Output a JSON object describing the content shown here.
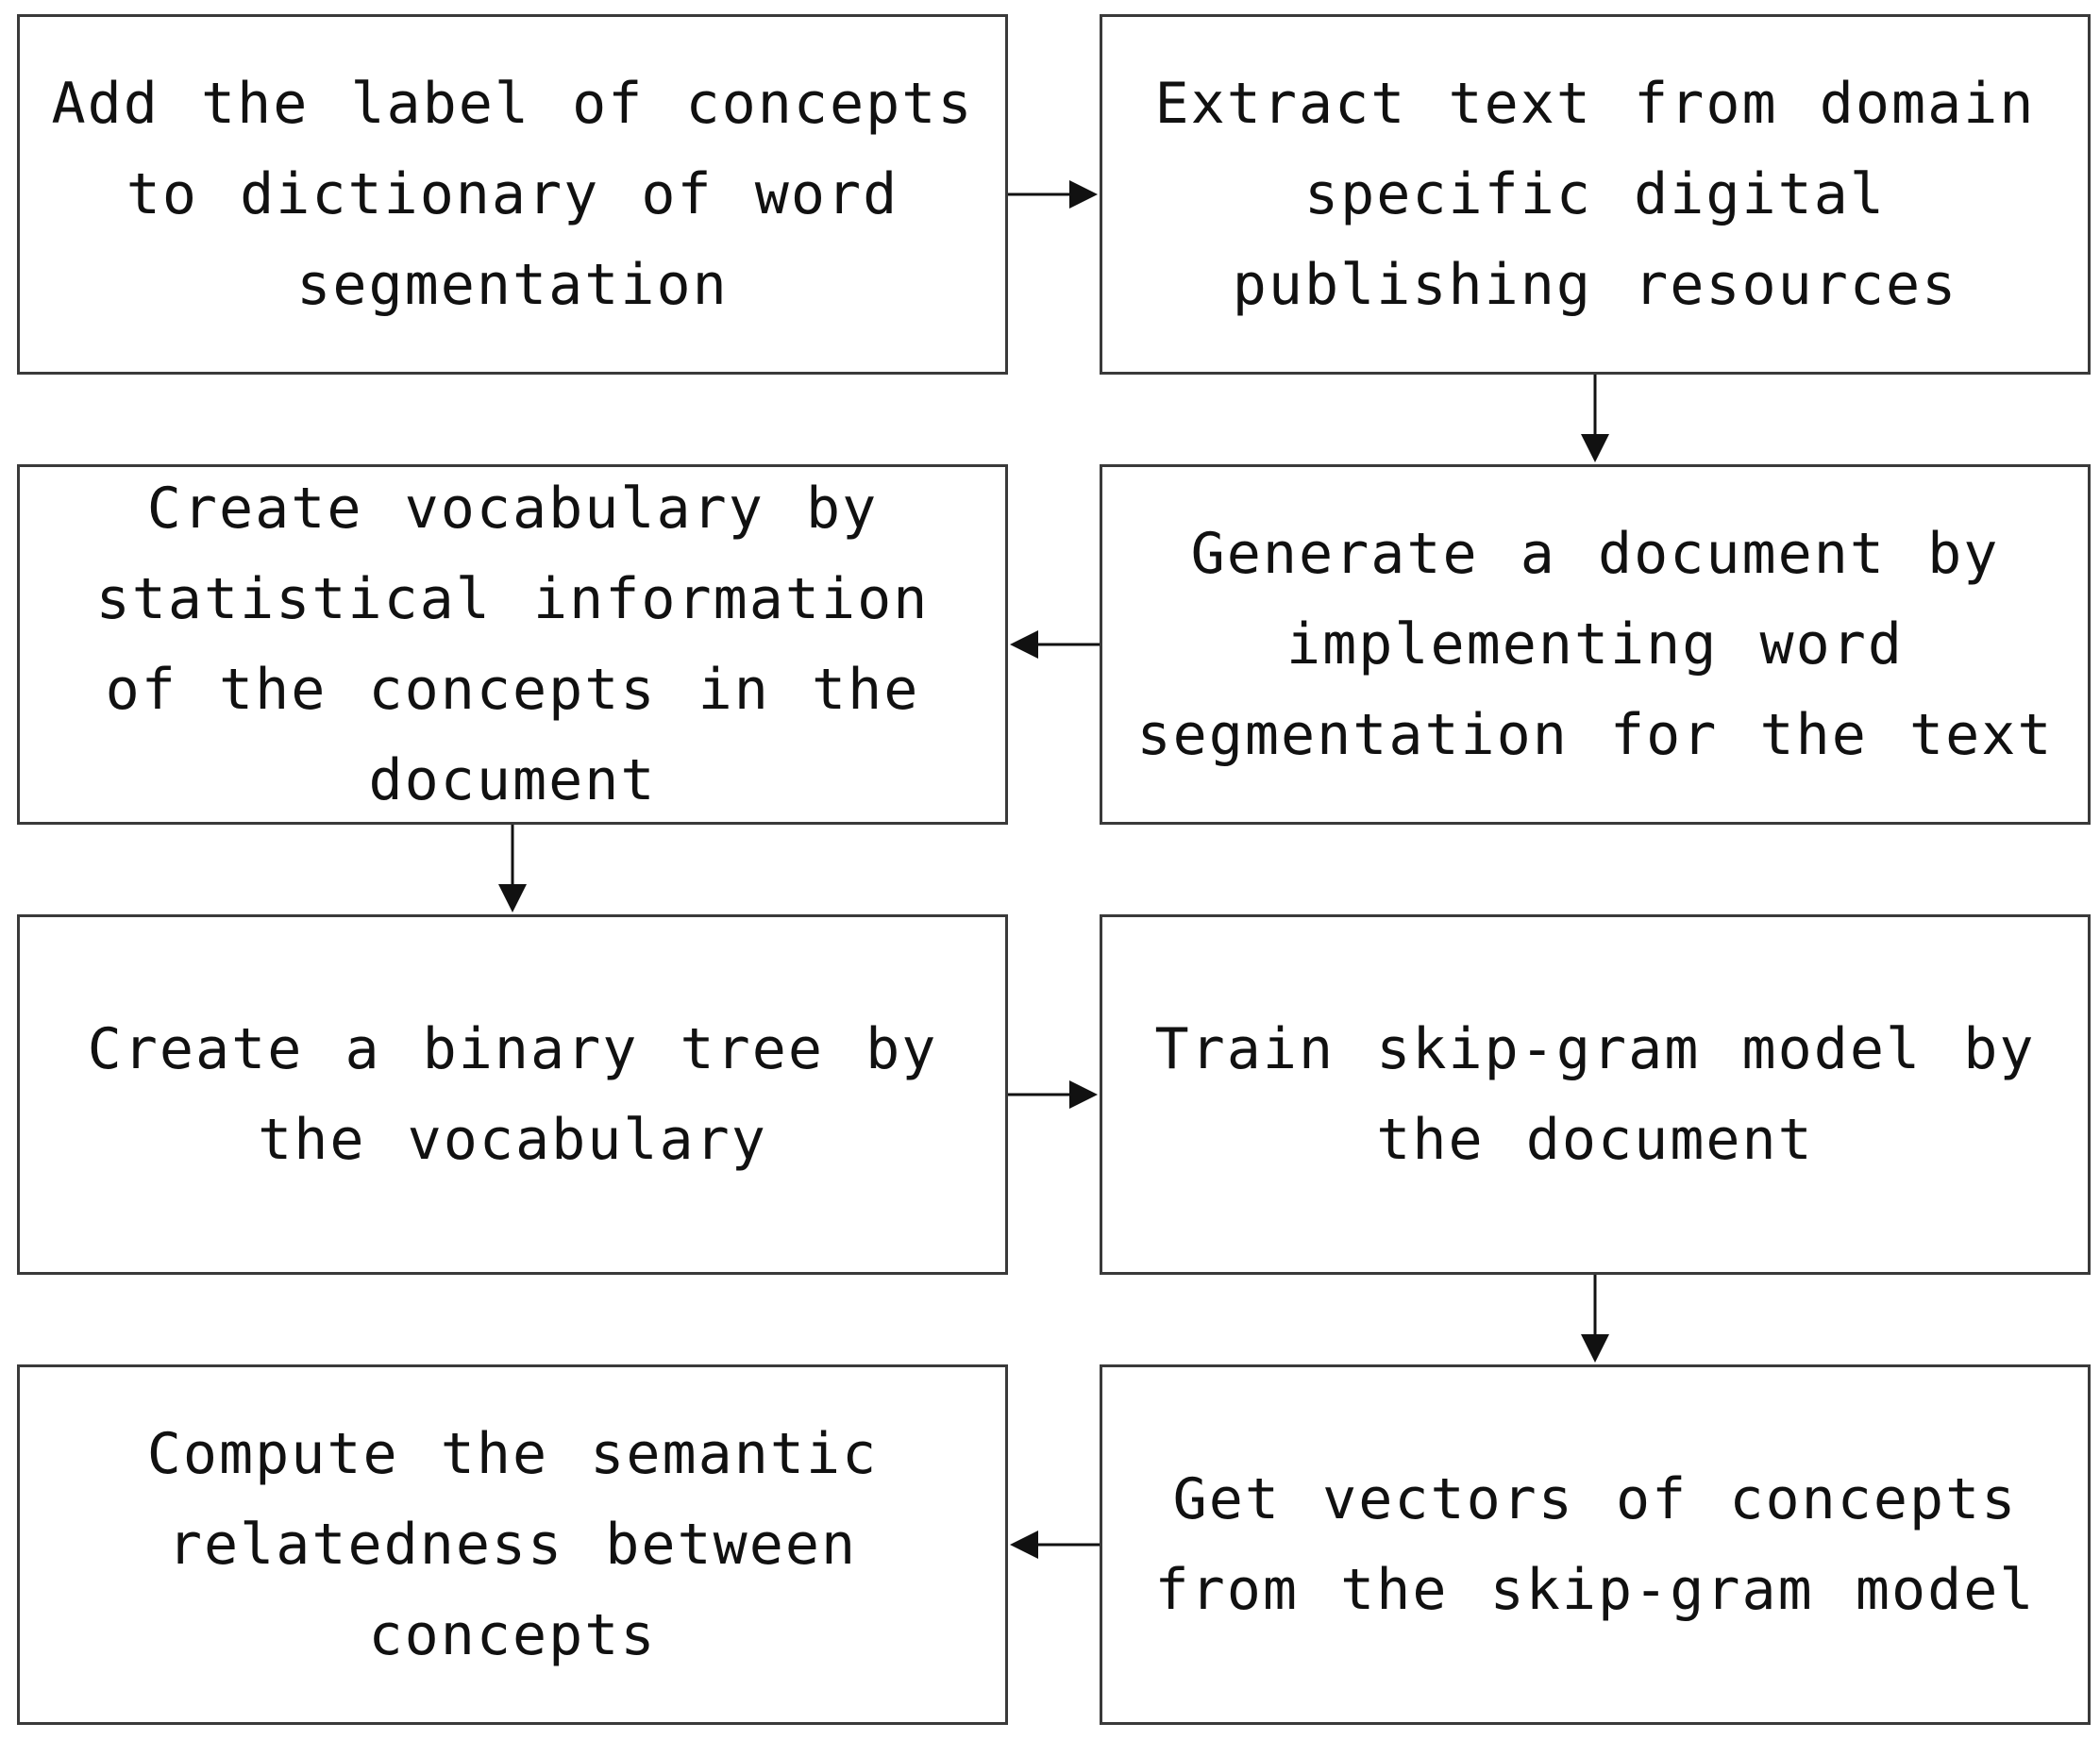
{
  "steps": {
    "add_label": "Add the label of concepts to dictionary of word segmentation",
    "extract_text": "Extract text from domain specific digital publishing resources",
    "generate_document": "Generate a document by implementing word segmentation for the text",
    "create_vocabulary": "Create vocabulary by statistical information of the concepts in the document",
    "create_binary_tree": "Create a binary tree by the vocabulary",
    "train_skipgram": "Train skip-gram model by the document",
    "get_vectors": "Get vectors of concepts from the skip-gram model",
    "compute_relatedness": "Compute the semantic relatedness between concepts"
  },
  "colors": {
    "border": "#3a3a3a",
    "arrow": "#111111",
    "text": "#111111"
  }
}
